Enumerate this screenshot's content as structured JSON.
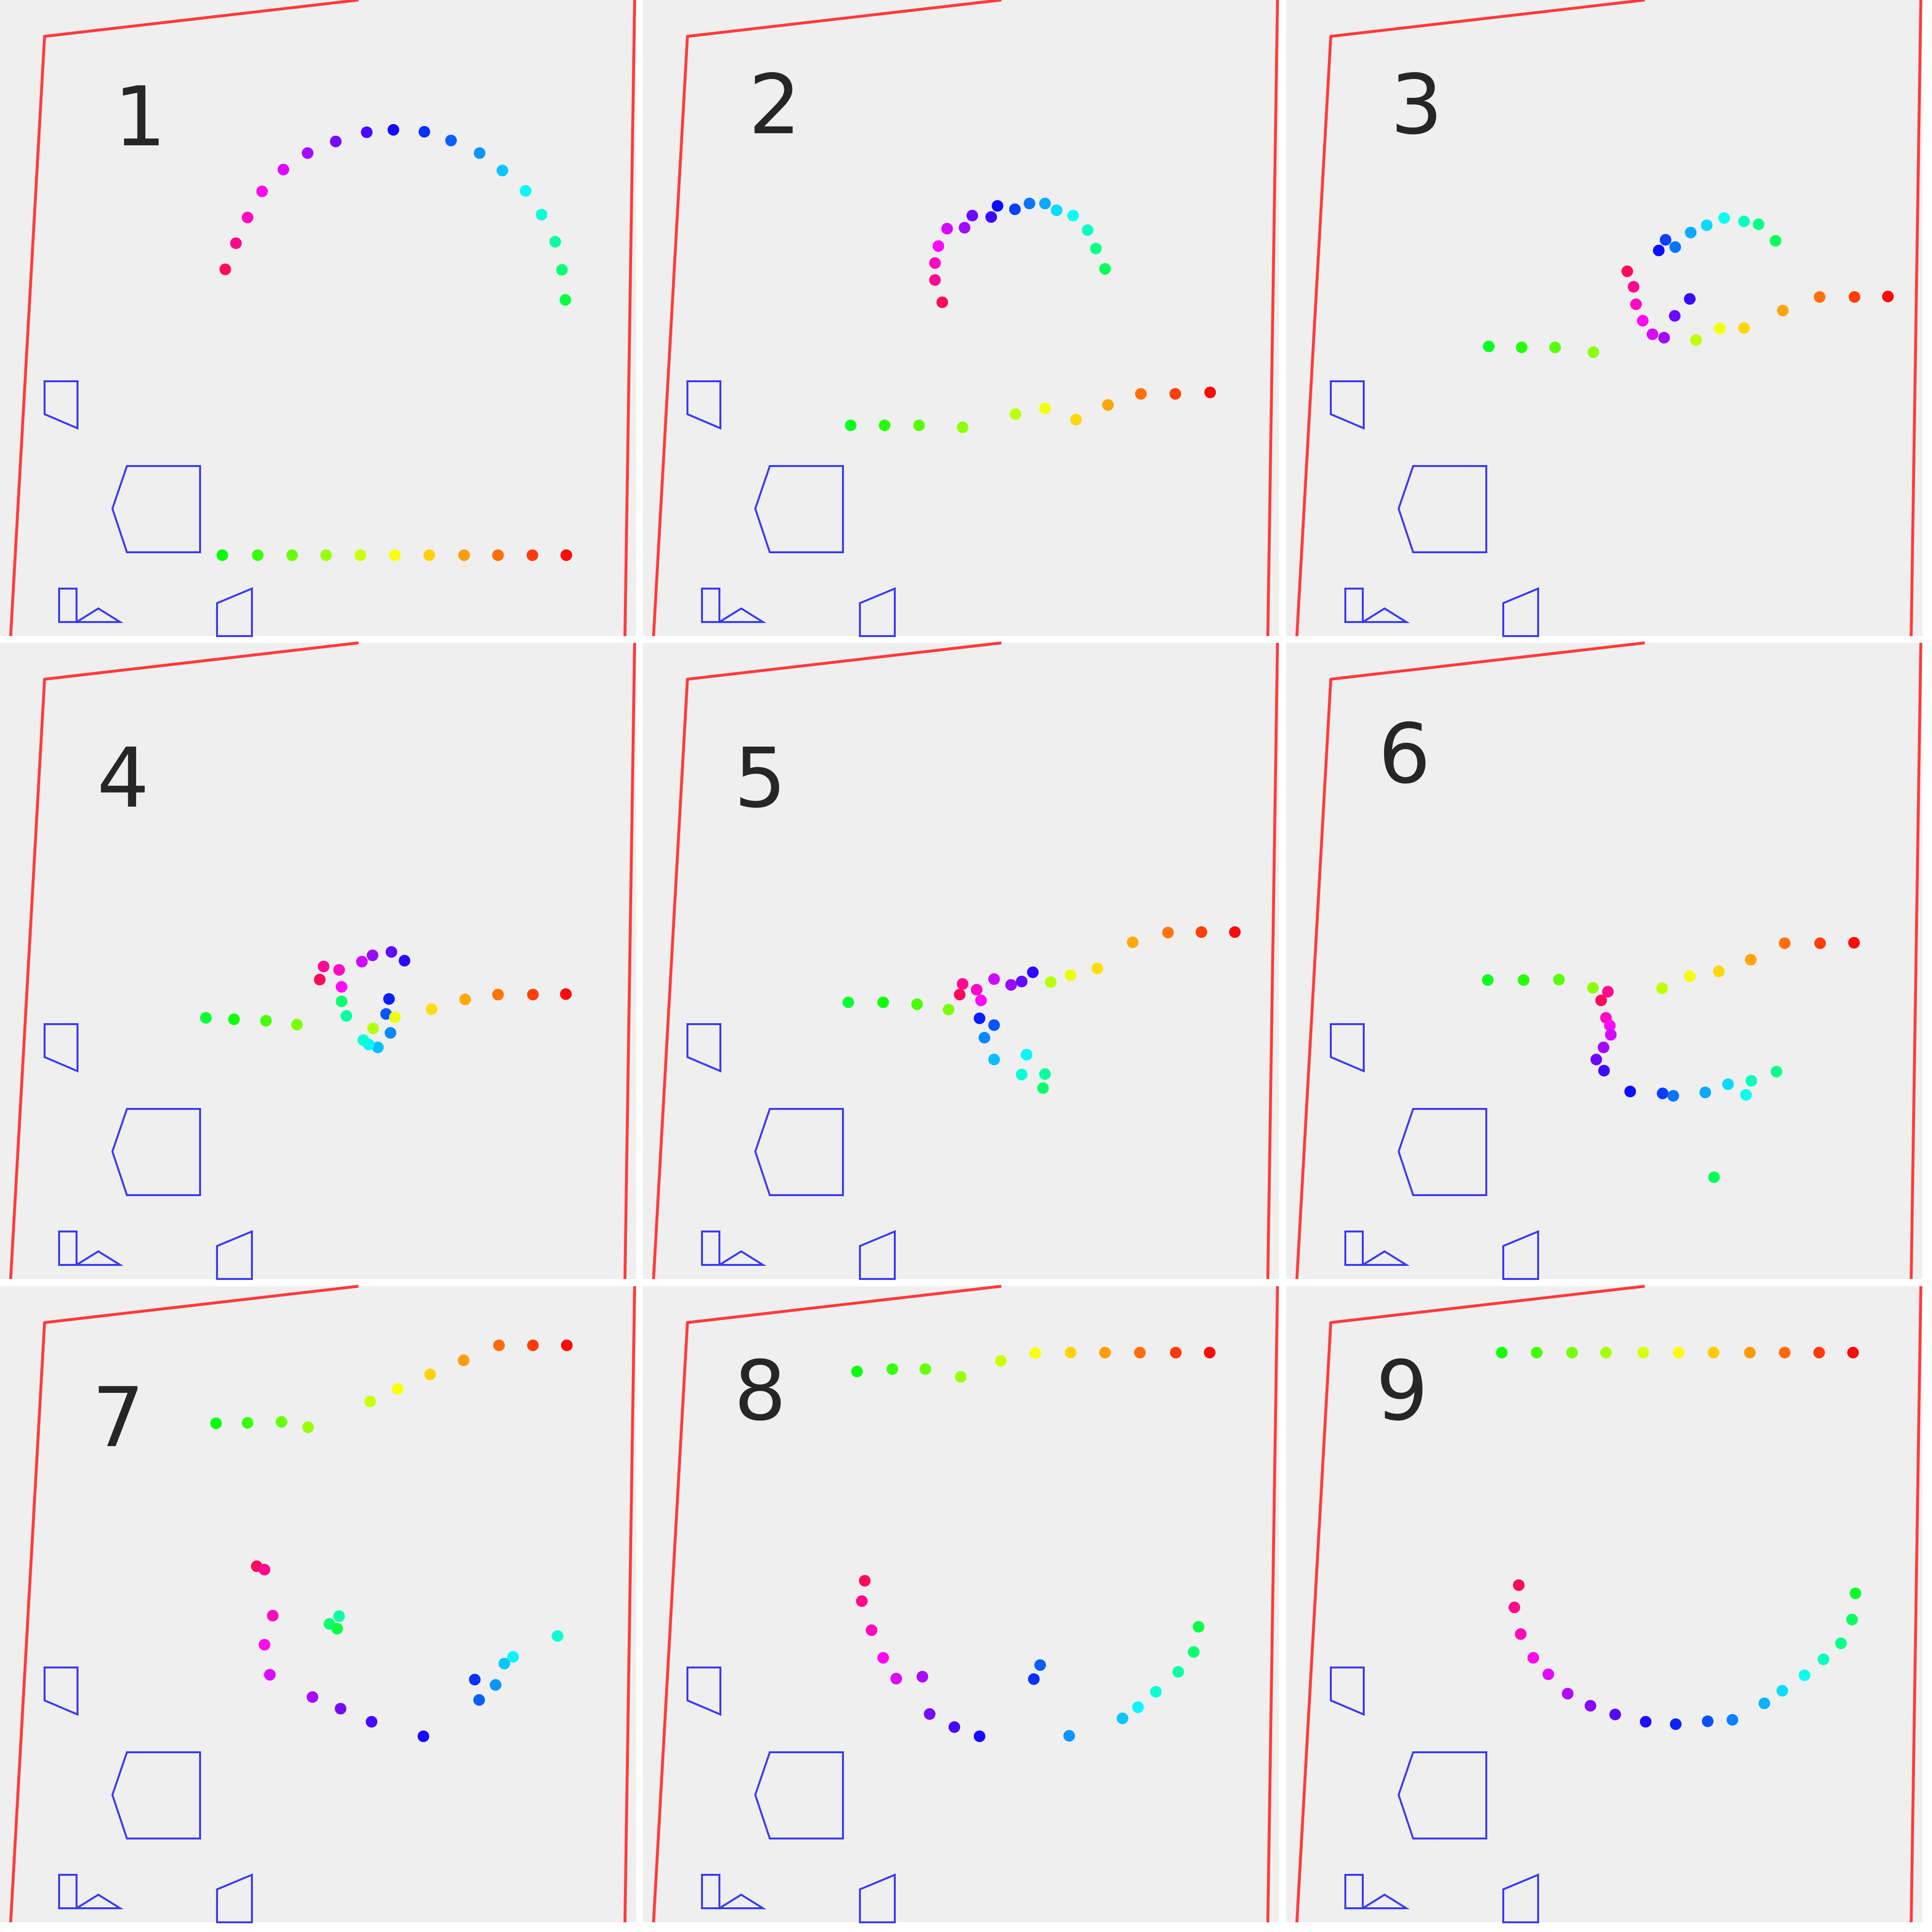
{
  "panels": [
    {
      "label": "1"
    },
    {
      "label": "2"
    },
    {
      "label": "3"
    },
    {
      "label": "4"
    },
    {
      "label": "5"
    },
    {
      "label": "6"
    },
    {
      "label": "7"
    },
    {
      "label": "8"
    },
    {
      "label": "9"
    }
  ],
  "colors": {
    "background": "#efefef",
    "boundary": "#ff3b3b",
    "obstacle": "#3a3af2",
    "label": "#262626"
  }
}
